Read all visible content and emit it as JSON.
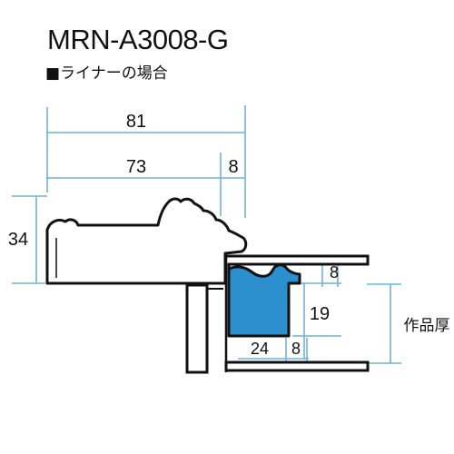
{
  "header": {
    "model": "MRN-A3008-G",
    "subtitle": "■ライナーの場合"
  },
  "dimensions": {
    "total_width": "81",
    "main_width": "73",
    "lip_width": "8",
    "height": "34",
    "liner_lip": "8",
    "liner_depth": "19",
    "liner_width": "24",
    "liner_rabbet": "8",
    "artwork_thickness": "作品厚"
  },
  "colors": {
    "dimension_line": "#6fb3d6",
    "liner_fill": "#2a8fcc",
    "outline": "#111111"
  }
}
